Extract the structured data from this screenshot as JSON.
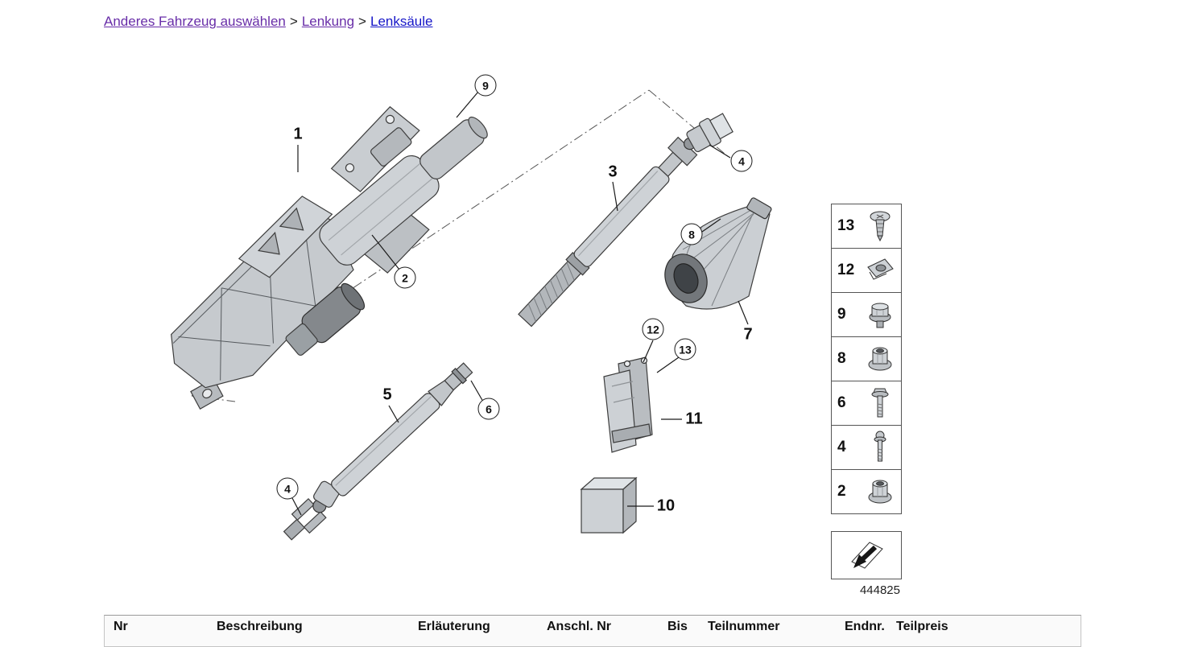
{
  "breadcrumb": {
    "separator": ">",
    "items": [
      {
        "label": "Anderes Fahrzeug auswählen"
      },
      {
        "label": "Lenkung"
      },
      {
        "label": "Lenksäule"
      }
    ]
  },
  "callouts": {
    "n1": "1",
    "n3": "3",
    "n5": "5",
    "n7": "7",
    "n10": "10",
    "n11": "11",
    "c2": "2",
    "c4a": "4",
    "c4b": "4",
    "c6": "6",
    "c8": "8",
    "c9": "9",
    "c12": "12",
    "c13": "13"
  },
  "legend": {
    "rows": [
      {
        "num": "13",
        "icon": "expanding-rivet-icon"
      },
      {
        "num": "12",
        "icon": "clip-nut-icon"
      },
      {
        "num": "9",
        "icon": "flange-screw-icon"
      },
      {
        "num": "8",
        "icon": "flange-nut-icon"
      },
      {
        "num": "6",
        "icon": "hex-bolt-icon"
      },
      {
        "num": "4",
        "icon": "torx-bolt-icon"
      },
      {
        "num": "2",
        "icon": "flange-nut-icon"
      }
    ],
    "diagram_number": "444825"
  },
  "table": {
    "headers": [
      "Nr",
      "Beschreibung",
      "Erläuterung",
      "Anschl. Nr",
      "Bis",
      "Teilnummer",
      "Endnr.",
      "Teilpreis"
    ]
  }
}
